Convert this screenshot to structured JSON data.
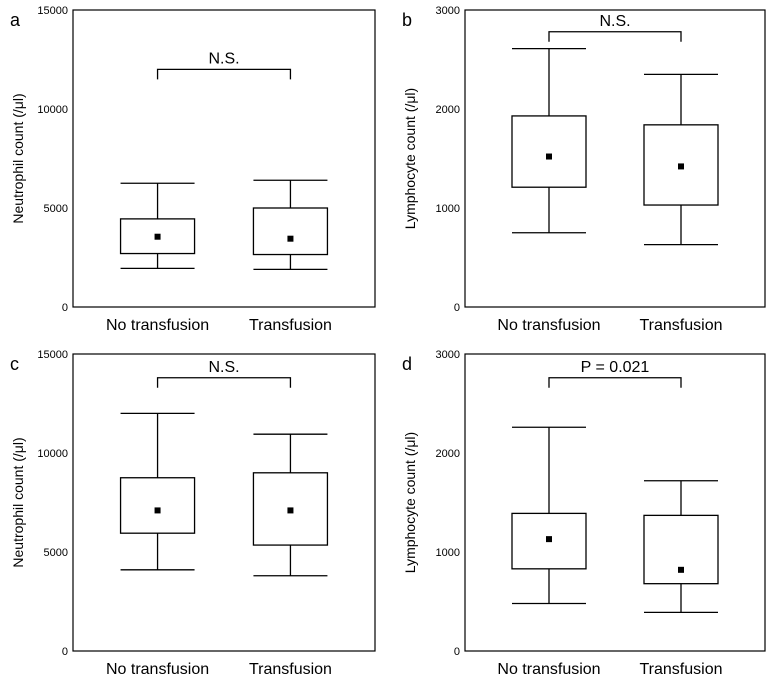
{
  "chart_data": [
    {
      "type": "box",
      "panel_label": "a",
      "ylabel": "Neutrophil count (/μl)",
      "ylim": [
        0,
        15000
      ],
      "yticks": [
        "0",
        "5000",
        "10000",
        "15000"
      ],
      "categories": [
        "No transfusion",
        "Transfusion"
      ],
      "boxes": [
        {
          "whisker_low": 1950,
          "q1": 2700,
          "mean": 3550,
          "q3": 4450,
          "whisker_high": 6250
        },
        {
          "whisker_low": 1900,
          "q1": 2650,
          "mean": 3450,
          "q3": 5000,
          "whisker_high": 6400
        }
      ],
      "annotation": "N.S.",
      "annotation_value": 12000
    },
    {
      "type": "box",
      "panel_label": "b",
      "ylabel": "Lymphocyte count (/μl)",
      "ylim": [
        0,
        3000
      ],
      "yticks": [
        "0",
        "1000",
        "2000",
        "3000"
      ],
      "categories": [
        "No transfusion",
        "Transfusion"
      ],
      "boxes": [
        {
          "whisker_low": 750,
          "q1": 1210,
          "mean": 1520,
          "q3": 1930,
          "whisker_high": 2610
        },
        {
          "whisker_low": 630,
          "q1": 1030,
          "mean": 1420,
          "q3": 1840,
          "whisker_high": 2350
        }
      ],
      "annotation": "N.S.",
      "annotation_value": 2780
    },
    {
      "type": "box",
      "panel_label": "c",
      "ylabel": "Neutrophil count (/μl)",
      "ylim": [
        0,
        15000
      ],
      "yticks": [
        "0",
        "5000",
        "10000",
        "15000"
      ],
      "categories": [
        "No transfusion",
        "Transfusion"
      ],
      "boxes": [
        {
          "whisker_low": 4100,
          "q1": 5950,
          "mean": 7100,
          "q3": 8750,
          "whisker_high": 12000
        },
        {
          "whisker_low": 3800,
          "q1": 5350,
          "mean": 7100,
          "q3": 9000,
          "whisker_high": 10950
        }
      ],
      "annotation": "N.S.",
      "annotation_value": 13800
    },
    {
      "type": "box",
      "panel_label": "d",
      "ylabel": "Lymphocyte count (/μl)",
      "ylim": [
        0,
        3000
      ],
      "yticks": [
        "0",
        "1000",
        "2000",
        "3000"
      ],
      "categories": [
        "No transfusion",
        "Transfusion"
      ],
      "boxes": [
        {
          "whisker_low": 480,
          "q1": 830,
          "mean": 1130,
          "q3": 1390,
          "whisker_high": 2260
        },
        {
          "whisker_low": 390,
          "q1": 680,
          "mean": 820,
          "q3": 1370,
          "whisker_high": 1720
        }
      ],
      "annotation": "P = 0.021",
      "annotation_value": 2760
    }
  ]
}
